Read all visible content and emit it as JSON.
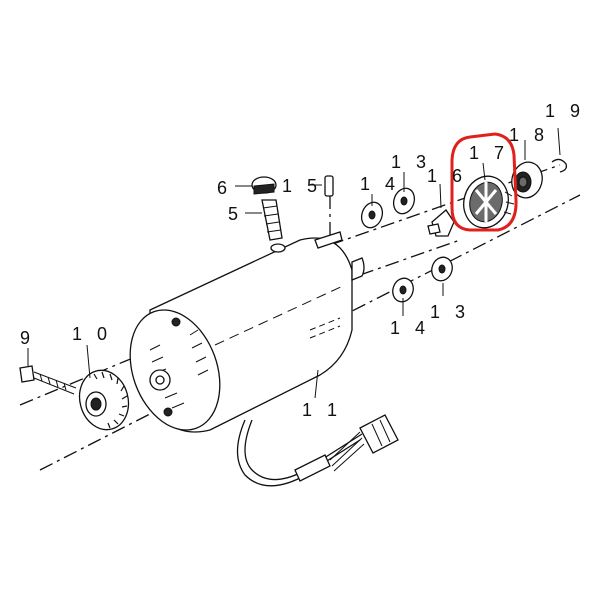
{
  "diagram": {
    "highlight_color": "#e0201b",
    "highlighted_part": "17",
    "callouts": {
      "c1": "1 9",
      "c2": "1 8",
      "c3": "1 7",
      "c4": "1 6",
      "c5": "1 3",
      "c6": "1 4",
      "c7": "1 5",
      "c8": "6",
      "c9": "5",
      "c10": "1 3",
      "c11": "1 4",
      "c12": "9",
      "c13": "1 0",
      "c14": "1 1"
    }
  }
}
